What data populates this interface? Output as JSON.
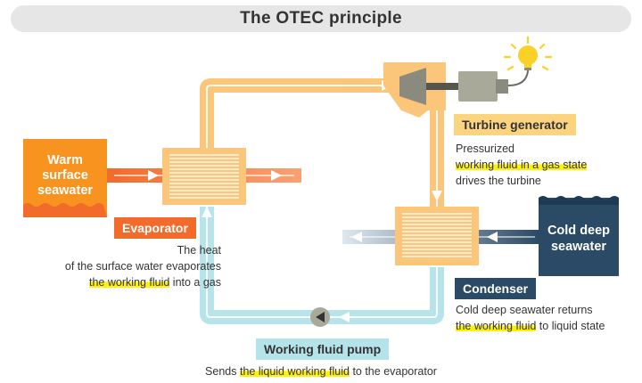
{
  "title": "The OTEC principle",
  "warm_box": {
    "lines": [
      "Warm",
      "surface",
      "seawater"
    ],
    "color": "#f7931e"
  },
  "cold_box": {
    "lines": [
      "Cold deep",
      "seawater"
    ],
    "color": "#2b4a66"
  },
  "evaporator": {
    "label": "Evaporator",
    "desc": [
      "The heat",
      "of the surface water evaporates"
    ],
    "desc_line3_hl": "the working fluid",
    "desc_line3_rest": " into a gas"
  },
  "turbine": {
    "label": "Turbine generator",
    "desc_line1": "Pressurized",
    "desc_line2_hl": "working fluid in a gas state",
    "desc_line3": "drives the turbine"
  },
  "condenser": {
    "label": "Condenser",
    "desc_line1": "Cold deep seawater returns",
    "desc_line2_hl": "the working fluid",
    "desc_line2_rest": " to liquid state"
  },
  "pump": {
    "label": "Working fluid pump",
    "desc_pre": "Sends ",
    "desc_hl": "the liquid working fluid",
    "desc_post": " to the evaporator"
  },
  "colors": {
    "warm_pipe": "#fbc67a",
    "cool_pipe": "#b7e4ea",
    "orange_tag": "#f26b2a",
    "yellow_tag": "#fcd37f",
    "cyan_tag": "#b5e3ea",
    "navy": "#2b4a66",
    "highlight": "#fff200"
  },
  "icons": [
    "lightbulb-icon",
    "turbine-icon",
    "generator-icon",
    "pump-icon"
  ]
}
